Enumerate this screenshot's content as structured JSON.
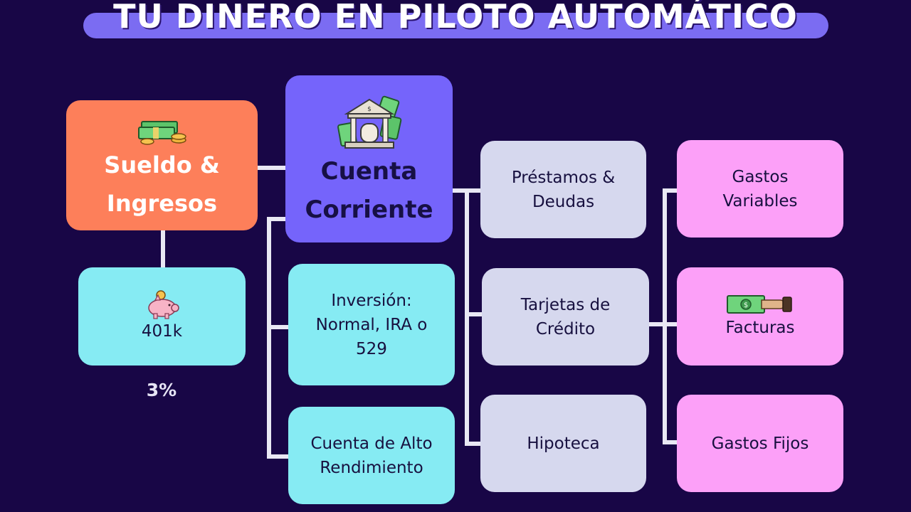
{
  "title": "TU DINERO EN PILOTO AUTOMÁTICO",
  "nodes": {
    "sueldo": "Sueldo &\nIngresos",
    "cuenta_corriente": "Cuenta\nCorriente",
    "k401": "401k",
    "inversion": "Inversión:\nNormal, IRA o\n529",
    "alto_rendimiento": "Cuenta de Alto\nRendimiento",
    "prestamos": "Préstamos &\nDeudas",
    "tarjetas": "Tarjetas de\nCrédito",
    "hipoteca": "Hipoteca",
    "gastos_variables": "Gastos\nVariables",
    "facturas": "Facturas",
    "gastos_fijos": "Gastos Fijos"
  },
  "k401_rate": "3%",
  "icons": {
    "sueldo": "money-stack-icon",
    "cuenta_corriente": "bank-icon",
    "k401": "piggy-bank-icon",
    "facturas": "hand-bill-icon"
  },
  "colors": {
    "background": "#180646",
    "title_band": "#7b6cf2",
    "orange": "#fd7f5a",
    "purple": "#7564fb",
    "cyan": "#86ebf3",
    "lavender": "#d6d8ee",
    "pink": "#fca0f8",
    "connector": "#e9e8f4"
  }
}
